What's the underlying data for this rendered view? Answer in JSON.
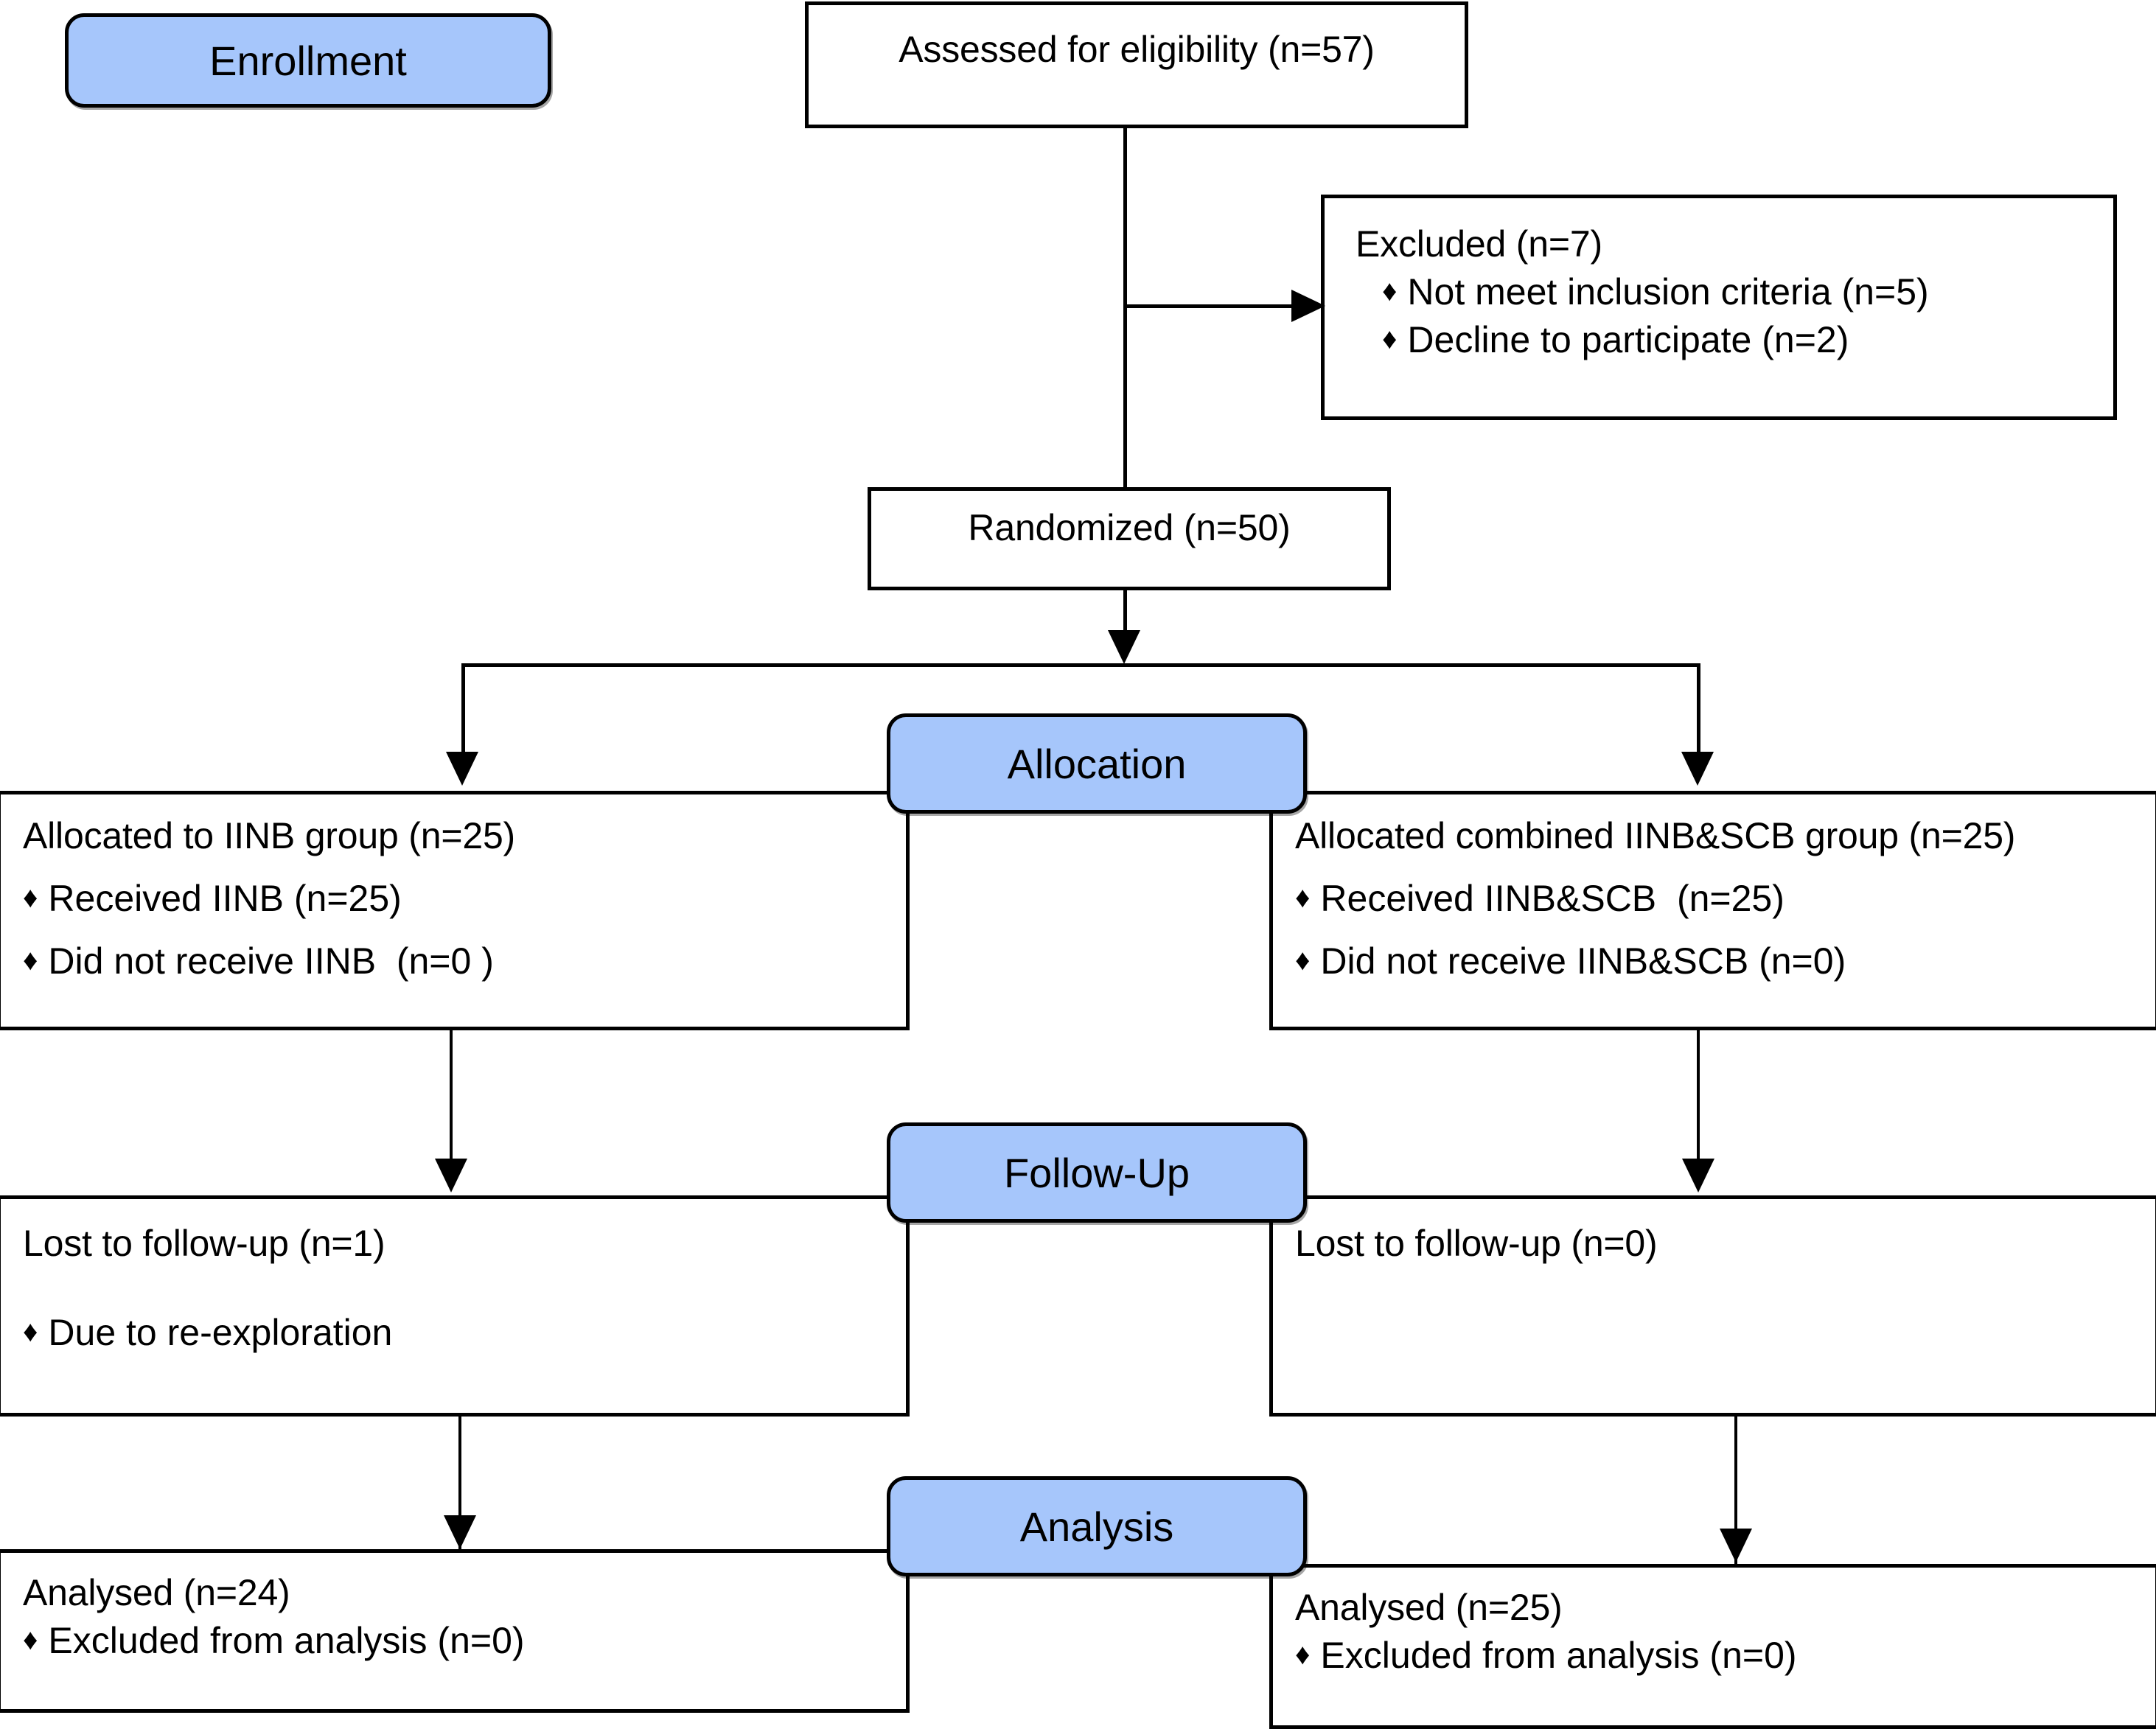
{
  "diagram": {
    "title": "CONSORT participant flow diagram",
    "accent_color": "#a6c6fb",
    "line_color": "#000000",
    "background_color": "#ffffff",
    "bullet_glyph": "♦"
  },
  "stages": {
    "enrollment": "Enrollment",
    "allocation": "Allocation",
    "follow_up": "Follow-Up",
    "analysis": "Analysis"
  },
  "nodes": {
    "assessed": {
      "line1": "Assessed for eligibility (n=57)"
    },
    "excluded": {
      "heading": "Excluded (n=7)",
      "items": [
        "Not meet inclusion criteria (n=5)",
        "Decline to participate (n=2)"
      ]
    },
    "randomized": {
      "line1": "Randomized (n=50)"
    },
    "allocated_left": {
      "heading": "Allocated to IINB group (n=25)",
      "items": [
        "Received IINB (n=25)",
        "Did not receive IINB  (n=0 )"
      ]
    },
    "allocated_right": {
      "heading": "Allocated combined IINB&SCB group (n=25)",
      "items": [
        "Received IINB&SCB  (n=25)",
        "Did not receive IINB&SCB (n=0)"
      ]
    },
    "followup_left": {
      "heading": "Lost to follow-up (n=1)",
      "items": [
        "Due to re-exploration"
      ]
    },
    "followup_right": {
      "heading": "Lost to follow-up (n=0)",
      "items": []
    },
    "analysed_left": {
      "heading": "Analysed (n=24)",
      "items": [
        "Excluded from analysis (n=0)"
      ]
    },
    "analysed_right": {
      "heading": "Analysed (n=25)",
      "items": [
        "Excluded from analysis (n=0)"
      ]
    }
  }
}
